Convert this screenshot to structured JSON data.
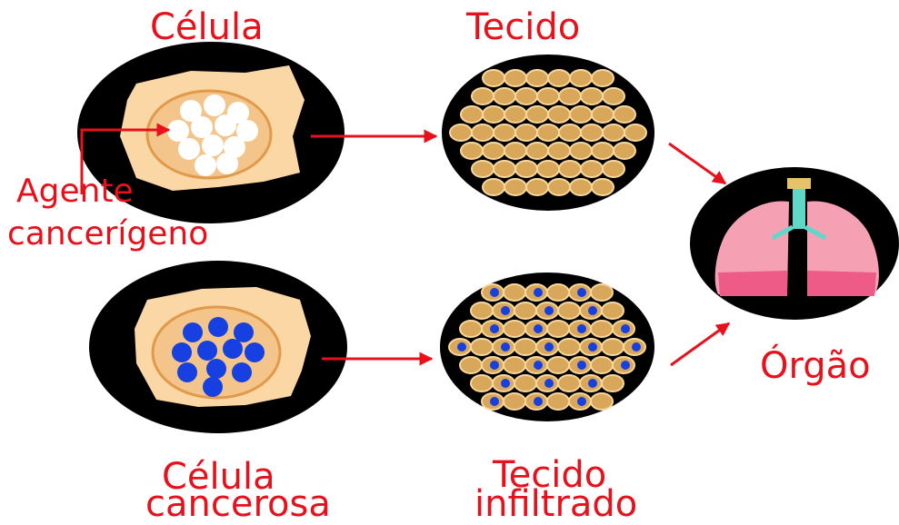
{
  "colors": {
    "label_red": "#e8101a",
    "arrow_red": "#e8101a",
    "black": "#000000",
    "cytoplasm": "#fbd7a6",
    "nucleus": "#f3c58a",
    "tissue_cell": "#d9a75a",
    "healthy_nucleus": "#ffffff",
    "cancer_nucleus": "#1740e0",
    "lung_pink": "#f6a0b4",
    "lung_dark": "#ee5b86",
    "trachea": "#5fd8c8"
  },
  "labels": {
    "celula": "Célula",
    "tecido": "Tecido",
    "agente_line1": "Agente",
    "agente_line2": "cancerígeno",
    "orgao": "Órgão",
    "celula_cancerosa_line1": "Célula",
    "celula_cancerosa_line2": "cancerosa",
    "tecido_infiltrado_line1": "Tecido",
    "tecido_infiltrado_line2": "infiltrado"
  },
  "icons": {
    "normal_cell": "cell-icon",
    "cancer_cell": "cancer-cell-icon",
    "tissue": "tissue-icon",
    "infiltrated_tissue": "infiltrated-tissue-icon",
    "organ": "lungs-icon"
  }
}
